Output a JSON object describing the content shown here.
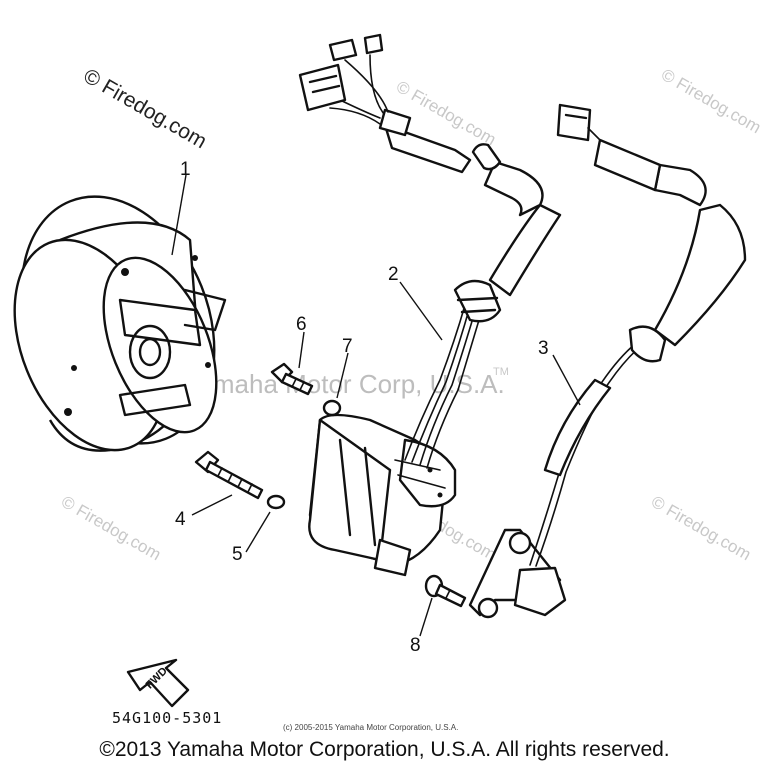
{
  "watermarks": {
    "site": "© Firedog.com",
    "center": "Yamaha Motor Corp, U.S.A.",
    "tm": "TM"
  },
  "part_labels": [
    "1",
    "2",
    "3",
    "4",
    "5",
    "6",
    "7",
    "8"
  ],
  "direction_arrow": "FWD",
  "diagram_code": "54G100-5301",
  "small_copyright": "(c) 2005-2015 Yamaha Motor Corporation, U.S.A.",
  "footer_copyright": "©2013 Yamaha Motor Corporation, U.S.A. All rights reserved."
}
